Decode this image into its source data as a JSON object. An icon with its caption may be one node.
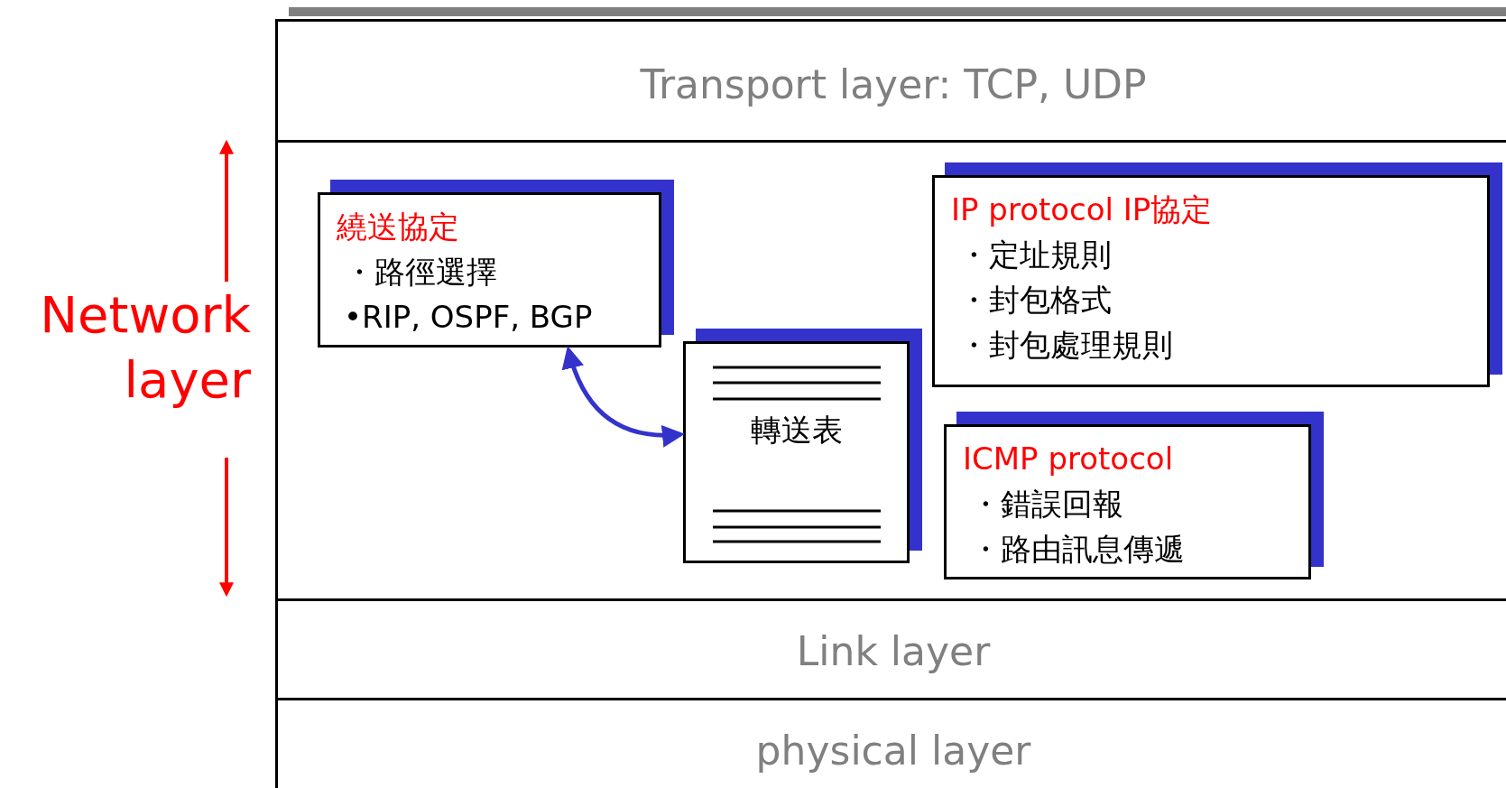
{
  "diagram": {
    "nodes": [
      {
        "text": [
          "Transport layer: TCP, UDP"
        ]
      },
      {
        "text": [
          "Network layer"
        ]
      },
      {
        "text": [
          "繞送協定",
          "・路徑選擇",
          "•RIP, OSPF, BGP"
        ],
        "in": 1
      },
      {
        "text": [
          "轉送表"
        ],
        "in": 1
      },
      {
        "text": [
          "IP protocol IP協定",
          "・定址規則",
          "・封包格式",
          "・封包處理規則"
        ],
        "in": 1
      },
      {
        "text": [
          "ICMP protocol",
          "・錯誤回報",
          "・路由訊息傳遞"
        ],
        "in": 1
      },
      {
        "text": [
          "Link layer"
        ]
      },
      {
        "text": [
          "physical layer"
        ]
      }
    ],
    "edges": [
      {
        "from": 2,
        "to": 3,
        "arrow": "both"
      }
    ]
  }
}
